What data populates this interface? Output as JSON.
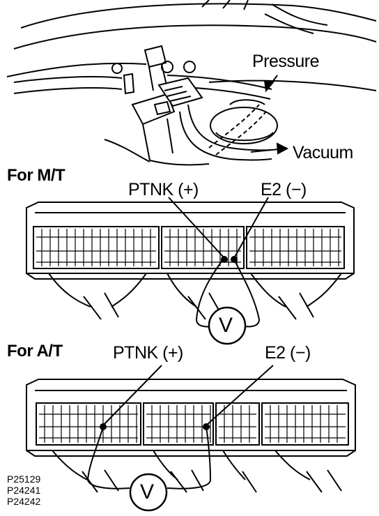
{
  "labels": {
    "pressure": "Pressure",
    "vacuum": "Vacuum",
    "for_mt": "For M/T",
    "for_at": "For A/T",
    "ptnk_mt": "PTNK (+)",
    "e2_mt": "E2 (−)",
    "ptnk_at": "PTNK (+)",
    "e2_at": "E2 (−)",
    "meter_mt": "V",
    "meter_at": "V"
  },
  "figure_codes": [
    "P25129",
    "P24241",
    "P24242"
  ],
  "colors": {
    "ink": "#000000",
    "paper": "#ffffff"
  }
}
